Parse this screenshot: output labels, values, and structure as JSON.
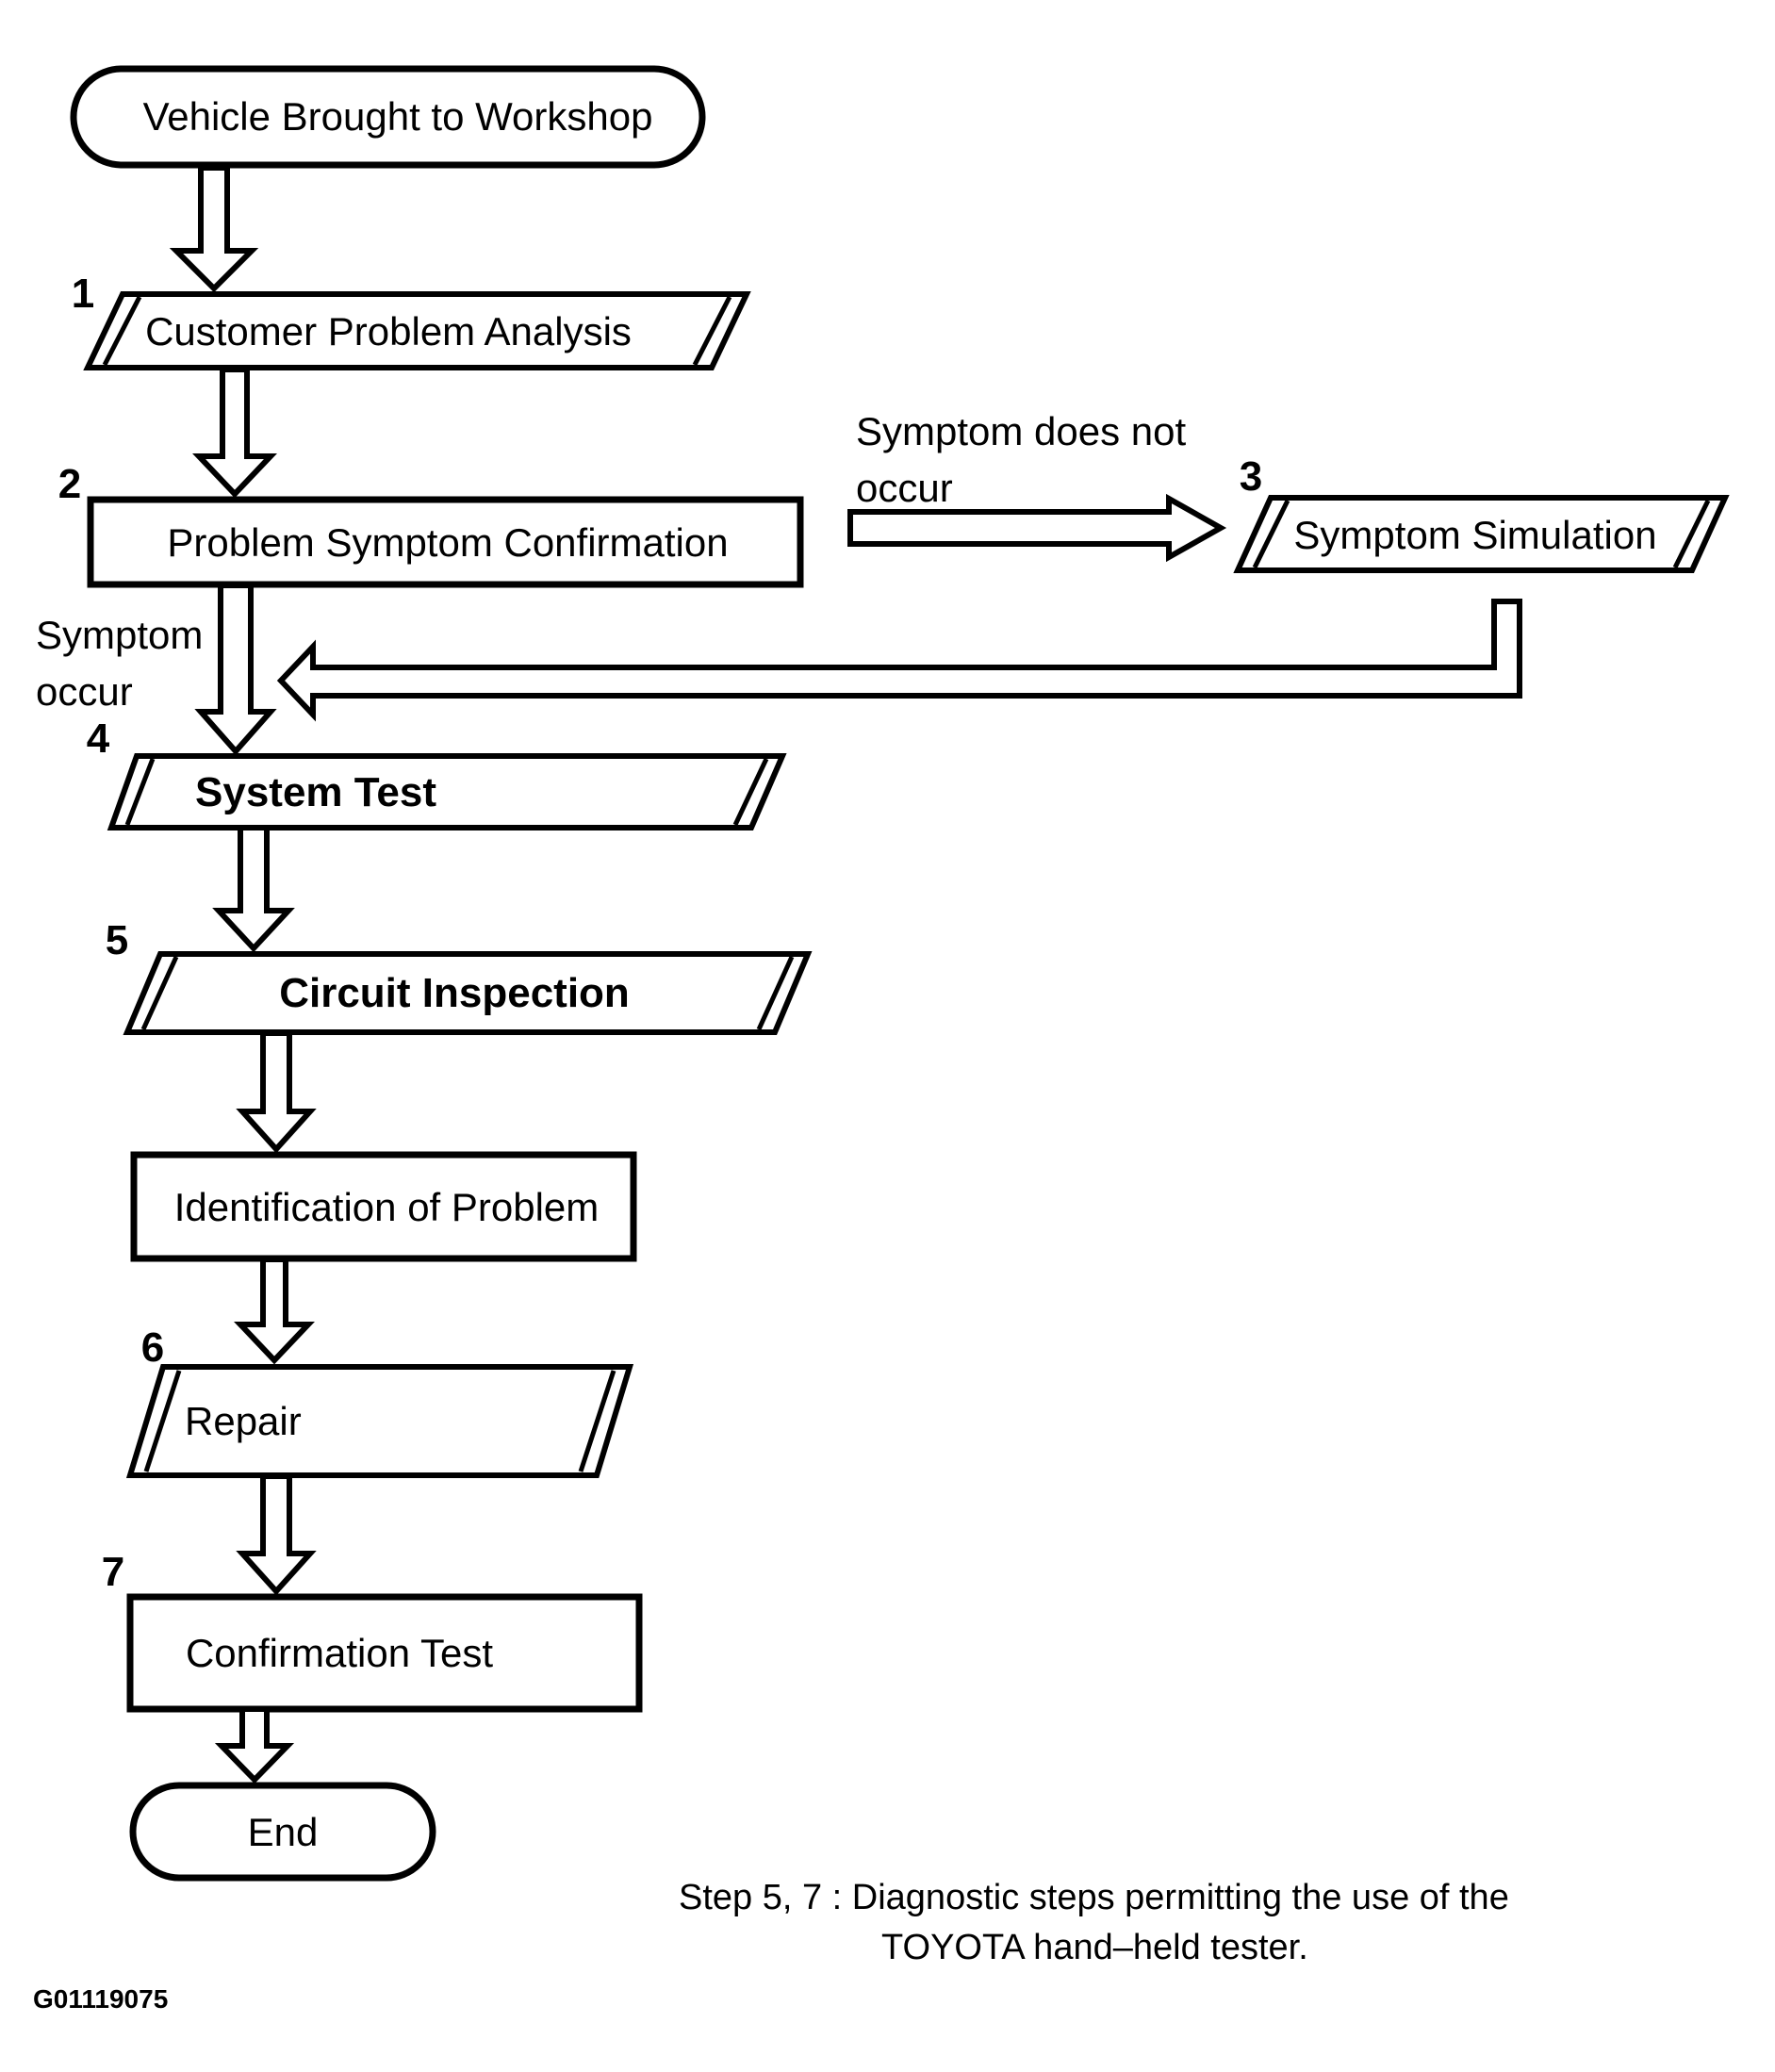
{
  "diagram": {
    "nodes": {
      "start": {
        "label": "Vehicle Brought to Workshop"
      },
      "step1": {
        "number": "1",
        "label": "Customer Problem Analysis"
      },
      "step2": {
        "number": "2",
        "label": "Problem Symptom Confirmation"
      },
      "step3": {
        "number": "3",
        "label": "Symptom Simulation"
      },
      "step4": {
        "number": "4",
        "label": "System Test"
      },
      "step5": {
        "number": "5",
        "label": "Circuit Inspection"
      },
      "identification": {
        "label": "Identification of Problem"
      },
      "step6": {
        "number": "6",
        "label": "Repair"
      },
      "step7": {
        "number": "7",
        "label": "Confirmation Test"
      },
      "end": {
        "label": "End"
      }
    },
    "edge_labels": {
      "no_occur_line1": "Symptom does not",
      "no_occur_line2": "occur",
      "occur_line1": "Symptom",
      "occur_line2": "occur"
    },
    "caption_line1": "Step 5, 7 : Diagnostic steps permitting the use of the",
    "caption_line2": "TOYOTA hand–held tester.",
    "figure_code": "G01119075",
    "colors": {
      "ink": "#000000",
      "paper": "#ffffff"
    }
  }
}
